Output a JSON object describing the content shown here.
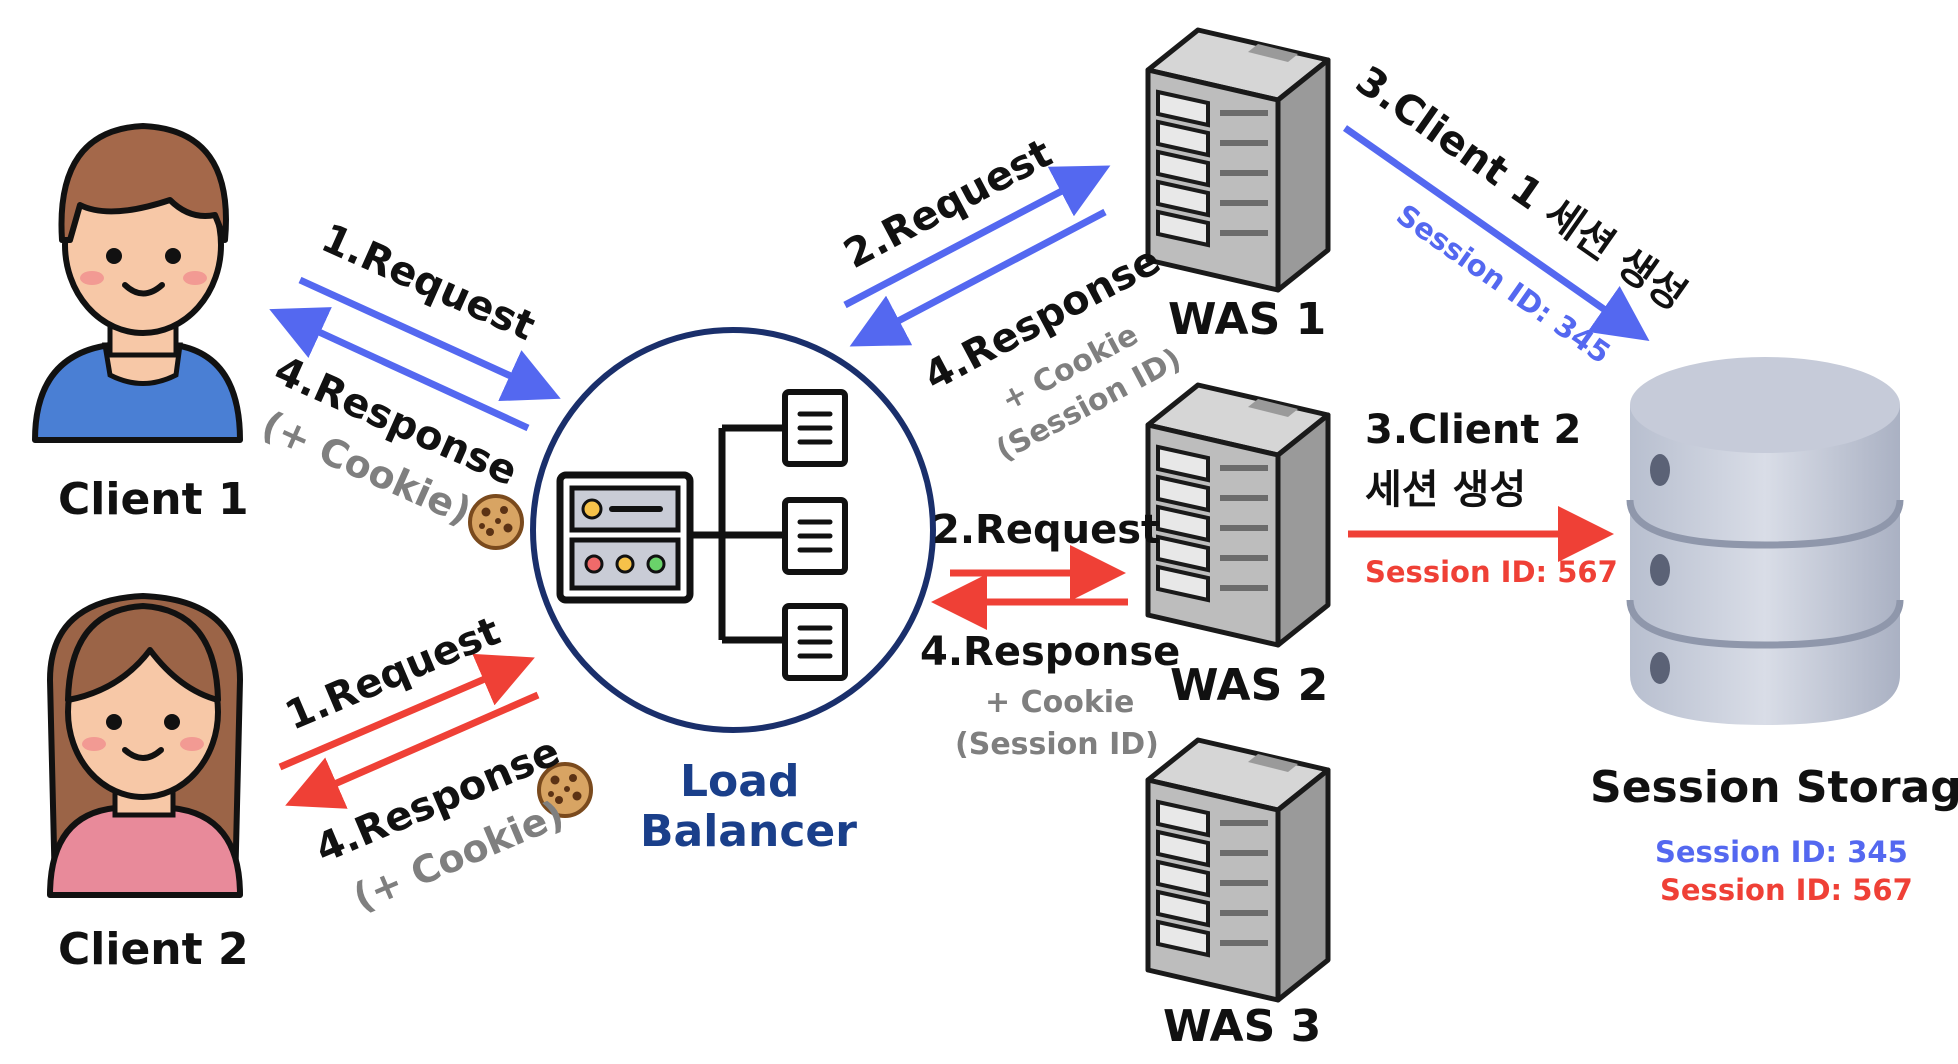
{
  "nodes": {
    "client1": "Client 1",
    "client2": "Client 2",
    "load_balancer_line1": "Load",
    "load_balancer_line2": "Balancer",
    "was1": "WAS 1",
    "was2": "WAS 2",
    "was3": "WAS 3",
    "session_storage": "Session Storage"
  },
  "edges": {
    "c1_request": "1.Request",
    "c1_response": "4.Response",
    "c1_cookie": "(+ Cookie)",
    "c2_request": "1.Request",
    "c2_response": "4.Response",
    "c2_cookie": "(+ Cookie)",
    "was1_request": "2.Request",
    "was1_response": "4.Response",
    "was1_cookie": "+ Cookie",
    "was1_session": "(Session ID)",
    "was2_request": "2.Request",
    "was2_response": "4.Response",
    "was2_cookie": "+ Cookie",
    "was2_session": "(Session ID)",
    "was1_create": "3.Client 1 세션 생성",
    "was1_session_id": "Session ID: 345",
    "was2_create_line1": "3.Client 2",
    "was2_create_line2": "세션 생성",
    "was2_session_id": "Session ID: 567"
  },
  "storage_entries": [
    "Session ID: 345",
    "Session ID: 567"
  ],
  "colors": {
    "client1_flow": "#5468f0",
    "client2_flow": "#ef4036",
    "load_balancer": "#1a3f8a",
    "cookie_text": "#7f7f7f"
  },
  "icons": [
    "client1-avatar-icon",
    "client2-avatar-icon",
    "load-balancer-icon",
    "server-tower-icon",
    "database-icon",
    "cookie-icon"
  ]
}
